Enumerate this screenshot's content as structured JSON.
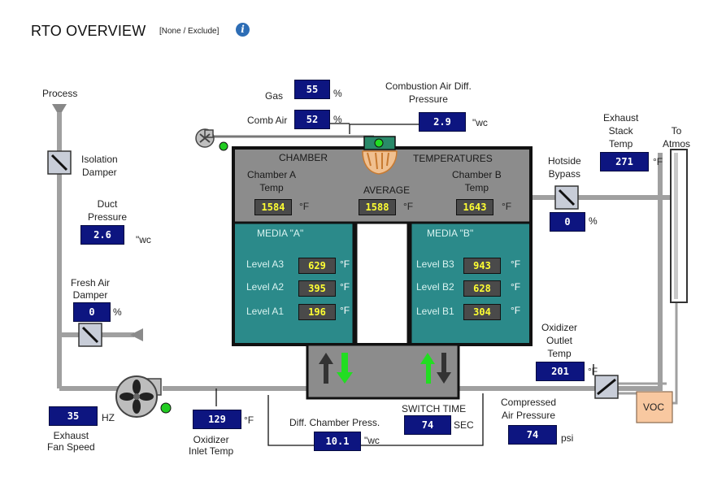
{
  "header": {
    "title": "RTO OVERVIEW",
    "filter": "[None / Exclude]",
    "info_icon": "i"
  },
  "labels": {
    "process": "Process",
    "isolation_damper": [
      "Isolation",
      "Damper"
    ],
    "duct_pressure": [
      "Duct",
      "Pressure"
    ],
    "fresh_air_damper": [
      "Fresh Air",
      "Damper"
    ],
    "exhaust_fan_speed": [
      "Exhaust",
      "Fan Speed"
    ],
    "oxidizer_inlet_temp": [
      "Oxidizer",
      "Inlet Temp"
    ],
    "gas": "Gas",
    "comb_air": "Comb Air",
    "combustion_air_diff": [
      "Combustion Air Diff.",
      "Pressure"
    ],
    "exhaust_stack_temp": [
      "Exhaust",
      "Stack",
      "Temp"
    ],
    "to_atmos": [
      "To",
      "Atmos"
    ],
    "hotside_bypass": [
      "Hotside",
      "Bypass"
    ],
    "oxidizer_outlet_temp": [
      "Oxidizer",
      "Outlet",
      "Temp"
    ],
    "compressed_air": [
      "Compressed",
      "Air Pressure"
    ],
    "switch_time": "SWITCH TIME",
    "diff_chamber_press": "Diff. Chamber Press.",
    "voc": "VOC",
    "chamber": "CHAMBER",
    "temperatures": "TEMPERATURES",
    "chamber_a_temp": [
      "Chamber A",
      "Temp"
    ],
    "average": "AVERAGE",
    "chamber_b_temp": [
      "Chamber B",
      "Temp"
    ],
    "media_a": "MEDIA \"A\"",
    "media_b": "MEDIA \"B\"",
    "level_a3": "Level A3",
    "level_a2": "Level A2",
    "level_a1": "Level A1",
    "level_b3": "Level B3",
    "level_b2": "Level B2",
    "level_b1": "Level B1"
  },
  "units": {
    "pct": "%",
    "wc": "\"wc",
    "f": "°F",
    "hz": "HZ",
    "sec": "SEC",
    "psi": "psi"
  },
  "values": {
    "gas": "55",
    "comb_air": "52",
    "comb_air_diff": "2.9",
    "exhaust_stack_temp": "271",
    "hotside_bypass": "0",
    "duct_pressure": "2.6",
    "fresh_air_damper": "0",
    "chamber_a_temp": "1584",
    "average_temp": "1588",
    "chamber_b_temp": "1643",
    "level_a3": "629",
    "level_a2": "395",
    "level_a1": "196",
    "level_b3": "943",
    "level_b2": "628",
    "level_b1": "304",
    "oxidizer_outlet_temp": "201",
    "exhaust_fan_speed": "35",
    "oxidizer_inlet_temp": "129",
    "switch_time": "74",
    "diff_chamber_press": "10.1",
    "compressed_air": "74"
  },
  "colors": {
    "pipe": "#a0a0a0",
    "chamber": "#8c8c8c",
    "media": "#2b8a8a",
    "value_box": "#0d1580",
    "green_arrow": "#22dd22",
    "voc": "#f8c8a0"
  },
  "icons": [
    "info-icon",
    "fan-icon",
    "burner-icon",
    "damper-icon",
    "flow-arrow-icon"
  ]
}
